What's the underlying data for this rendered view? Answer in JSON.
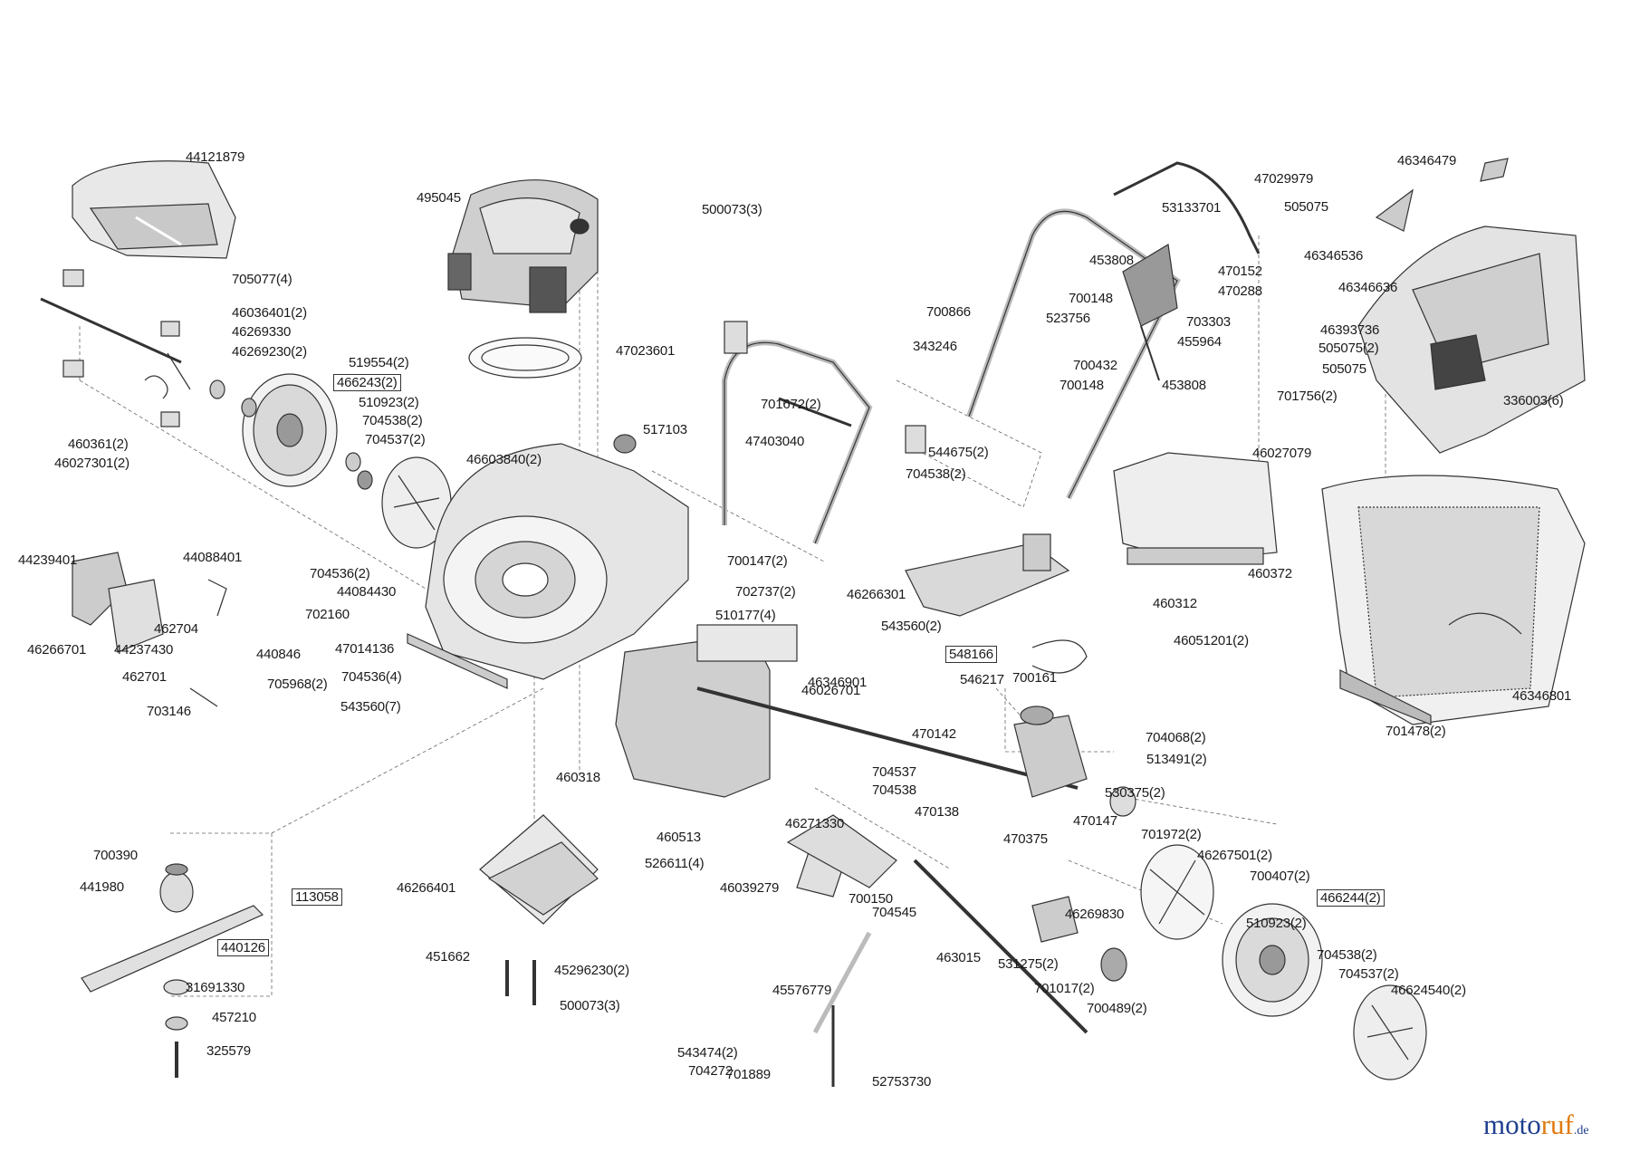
{
  "diagram": {
    "brand": {
      "part1": "moto",
      "part2": "ruf",
      "suffix": ".de"
    },
    "part_labels": [
      {
        "text": "44121879",
        "boxed": false
      },
      {
        "text": "705077(4)",
        "boxed": false
      },
      {
        "text": "46036401(2)",
        "boxed": false
      },
      {
        "text": "46269330",
        "boxed": false
      },
      {
        "text": "46269230(2)",
        "boxed": false
      },
      {
        "text": "519554(2)",
        "boxed": false
      },
      {
        "text": "466243(2)",
        "boxed": true
      },
      {
        "text": "510923(2)",
        "boxed": false
      },
      {
        "text": "704538(2)",
        "boxed": false
      },
      {
        "text": "704537(2)",
        "boxed": false
      },
      {
        "text": "460361(2)",
        "boxed": false
      },
      {
        "text": "46027301(2)",
        "boxed": false
      },
      {
        "text": "46603840(2)",
        "boxed": false
      },
      {
        "text": "495045",
        "boxed": false
      },
      {
        "text": "500073(3)",
        "boxed": false
      },
      {
        "text": "47023601",
        "boxed": false
      },
      {
        "text": "517103",
        "boxed": false
      },
      {
        "text": "701672(2)",
        "boxed": false
      },
      {
        "text": "47403040",
        "boxed": false
      },
      {
        "text": "544675(2)",
        "boxed": false
      },
      {
        "text": "704538(2)",
        "boxed": false
      },
      {
        "text": "47029979",
        "boxed": false
      },
      {
        "text": "53133701",
        "boxed": false
      },
      {
        "text": "453808",
        "boxed": false
      },
      {
        "text": "470152",
        "boxed": false
      },
      {
        "text": "700148",
        "boxed": false
      },
      {
        "text": "470288",
        "boxed": false
      },
      {
        "text": "700866",
        "boxed": false
      },
      {
        "text": "523756",
        "boxed": false
      },
      {
        "text": "703303",
        "boxed": false
      },
      {
        "text": "343246",
        "boxed": false
      },
      {
        "text": "455964",
        "boxed": false
      },
      {
        "text": "700432",
        "boxed": false
      },
      {
        "text": "700148",
        "boxed": false
      },
      {
        "text": "453808",
        "boxed": false
      },
      {
        "text": "46346479",
        "boxed": false
      },
      {
        "text": "505075",
        "boxed": false
      },
      {
        "text": "46346536",
        "boxed": false
      },
      {
        "text": "46346636",
        "boxed": false
      },
      {
        "text": "46393736",
        "boxed": false
      },
      {
        "text": "505075(2)",
        "boxed": false
      },
      {
        "text": "505075",
        "boxed": false
      },
      {
        "text": "701756(2)",
        "boxed": false
      },
      {
        "text": "336003(6)",
        "boxed": false
      },
      {
        "text": "46027079",
        "boxed": false
      },
      {
        "text": "44239401",
        "boxed": false
      },
      {
        "text": "44088401",
        "boxed": false
      },
      {
        "text": "704536(2)",
        "boxed": false
      },
      {
        "text": "44084430",
        "boxed": false
      },
      {
        "text": "702160",
        "boxed": false
      },
      {
        "text": "462704",
        "boxed": false
      },
      {
        "text": "46266701",
        "boxed": false
      },
      {
        "text": "44237430",
        "boxed": false
      },
      {
        "text": "440846",
        "boxed": false
      },
      {
        "text": "462701",
        "boxed": false
      },
      {
        "text": "705968(2)",
        "boxed": false
      },
      {
        "text": "703146",
        "boxed": false
      },
      {
        "text": "700147(2)",
        "boxed": false
      },
      {
        "text": "702737(2)",
        "boxed": false
      },
      {
        "text": "46266301",
        "boxed": false
      },
      {
        "text": "460372",
        "boxed": false
      },
      {
        "text": "460312",
        "boxed": false
      },
      {
        "text": "46051201(2)",
        "boxed": false
      },
      {
        "text": "510177(4)",
        "boxed": false
      },
      {
        "text": "543560(2)",
        "boxed": false
      },
      {
        "text": "47014136",
        "boxed": false
      },
      {
        "text": "704536(4)",
        "boxed": false
      },
      {
        "text": "543560(7)",
        "boxed": false
      },
      {
        "text": "548166",
        "boxed": true
      },
      {
        "text": "46346901",
        "boxed": false
      },
      {
        "text": "546217",
        "boxed": false
      },
      {
        "text": "700161",
        "boxed": false
      },
      {
        "text": "46026701",
        "boxed": false
      },
      {
        "text": "46346801",
        "boxed": false
      },
      {
        "text": "701478(2)",
        "boxed": false
      },
      {
        "text": "470142",
        "boxed": false
      },
      {
        "text": "704068(2)",
        "boxed": false
      },
      {
        "text": "513491(2)",
        "boxed": false
      },
      {
        "text": "460318",
        "boxed": false
      },
      {
        "text": "704537",
        "boxed": false
      },
      {
        "text": "704538",
        "boxed": false
      },
      {
        "text": "530375(2)",
        "boxed": false
      },
      {
        "text": "470138",
        "boxed": false
      },
      {
        "text": "470147",
        "boxed": false
      },
      {
        "text": "46271330",
        "boxed": false
      },
      {
        "text": "470375",
        "boxed": false
      },
      {
        "text": "460513",
        "boxed": false
      },
      {
        "text": "701972(2)",
        "boxed": false
      },
      {
        "text": "46267501(2)",
        "boxed": false
      },
      {
        "text": "700390",
        "boxed": false
      },
      {
        "text": "526611(4)",
        "boxed": false
      },
      {
        "text": "700407(2)",
        "boxed": false
      },
      {
        "text": "441980",
        "boxed": false
      },
      {
        "text": "113058",
        "boxed": true
      },
      {
        "text": "46266401",
        "boxed": false
      },
      {
        "text": "46039279",
        "boxed": false
      },
      {
        "text": "700150",
        "boxed": false
      },
      {
        "text": "466244(2)",
        "boxed": true
      },
      {
        "text": "704545",
        "boxed": false
      },
      {
        "text": "46269830",
        "boxed": false
      },
      {
        "text": "510923(2)",
        "boxed": false
      },
      {
        "text": "440126",
        "boxed": true
      },
      {
        "text": "463015",
        "boxed": false
      },
      {
        "text": "704538(2)",
        "boxed": false
      },
      {
        "text": "451662",
        "boxed": false
      },
      {
        "text": "45296230(2)",
        "boxed": false
      },
      {
        "text": "531275(2)",
        "boxed": false
      },
      {
        "text": "704537(2)",
        "boxed": false
      },
      {
        "text": "31691330",
        "boxed": false
      },
      {
        "text": "45576779",
        "boxed": false
      },
      {
        "text": "701017(2)",
        "boxed": false
      },
      {
        "text": "46624540(2)",
        "boxed": false
      },
      {
        "text": "500073(3)",
        "boxed": false
      },
      {
        "text": "700489(2)",
        "boxed": false
      },
      {
        "text": "457210",
        "boxed": false
      },
      {
        "text": "325579",
        "boxed": false
      },
      {
        "text": "543474(2)",
        "boxed": false
      },
      {
        "text": "704272",
        "boxed": false
      },
      {
        "text": "701889",
        "boxed": false
      },
      {
        "text": "52753730",
        "boxed": false
      }
    ]
  }
}
